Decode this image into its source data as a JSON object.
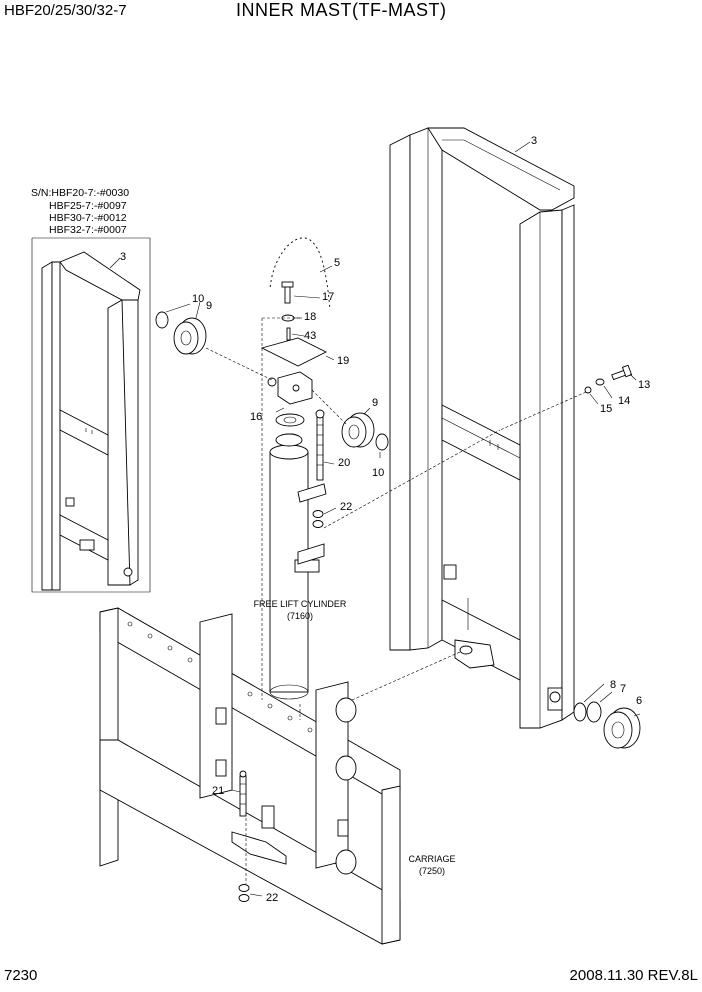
{
  "header": {
    "model": "HBF20/25/30/32-7",
    "title": "INNER MAST(TF-MAST)"
  },
  "footer": {
    "page": "7230",
    "date_rev": "2008.11.30  REV.8L"
  },
  "serial_note": {
    "line1": "S/N:HBF20-7:-#0030",
    "line2": "HBF25-7:-#0097",
    "line3": "HBF30-7:-#0012",
    "line4": "HBF32-7:-#0007"
  },
  "callouts": {
    "c3_main": "3",
    "c3_inset": "3",
    "c5": "5",
    "c6": "6",
    "c7": "7",
    "c8": "8",
    "c9_left": "9",
    "c9_right": "9",
    "c10_left": "10",
    "c10_right": "10",
    "c13": "13",
    "c14": "14",
    "c15": "15",
    "c16": "16",
    "c17": "17",
    "c18": "18",
    "c19": "19",
    "c20": "20",
    "c21": "21",
    "c22_upper": "22",
    "c22_lower": "22",
    "c43": "43"
  },
  "labels": {
    "cylinder_name": "FREE LIFT CYLINDER",
    "cylinder_code": "(7160)",
    "carriage_name": "CARRIAGE",
    "carriage_code": "(7250)"
  }
}
